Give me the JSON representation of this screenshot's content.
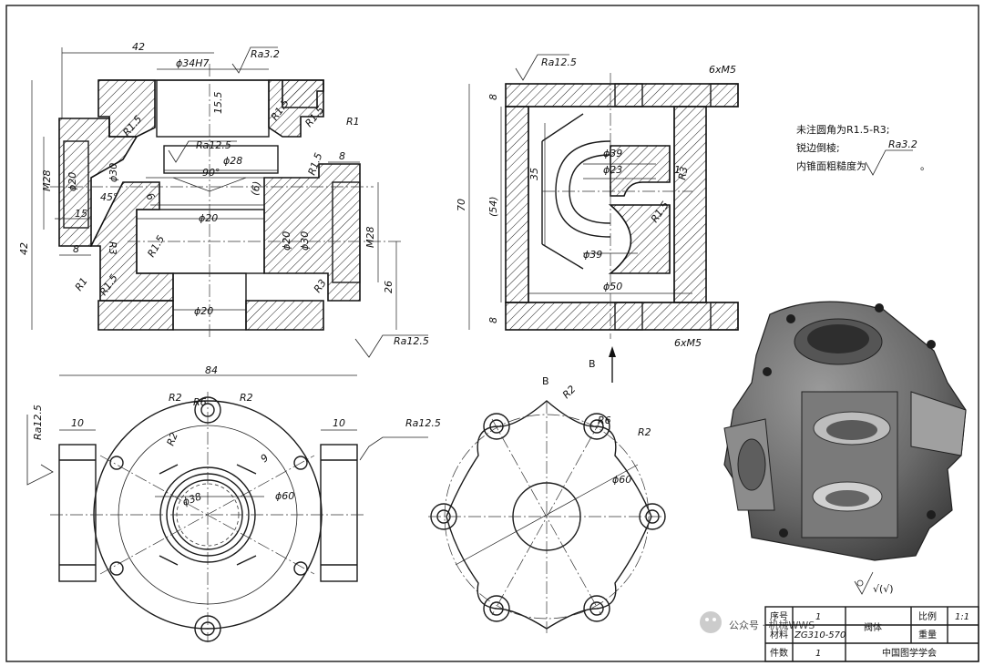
{
  "roughness": {
    "top_left": "Ra3.2",
    "inner": "Ra12.5",
    "top_mid": "Ra12.5",
    "bottom_left_view": "Ra12.5",
    "left_side": "Ra12.5",
    "right_side": "Ra12.5"
  },
  "front_view_dims": {
    "d42": "42",
    "d34h7": "ϕ34H7",
    "d15_5": "15.5",
    "r15a": "R1.5",
    "r15b": "R1.5",
    "r1": "R1",
    "r15c": "R1.5",
    "r15d": "R1.5",
    "d28": "ϕ28",
    "a90": "90°",
    "d8": "8",
    "m28_left": "M28",
    "d20_left": "ϕ20",
    "d30_left": "ϕ30",
    "a45": "45°",
    "d15": "15",
    "d6": "6",
    "d6b": "(6)",
    "d20_mid": "ϕ20",
    "d20_r": "ϕ20",
    "d30_r": "ϕ30",
    "m28_right": "M28",
    "r3a": "R3",
    "d8b": "8",
    "r15e": "R1.5",
    "h42": "42",
    "r1b": "R1",
    "r15f": "R1.5",
    "r3b": "R3",
    "d26": "26",
    "d20_bot": "ϕ20"
  },
  "side_view_dims": {
    "d8a": "8",
    "d8b": "8",
    "m5_top": "6xM5",
    "m5_bot": "6xM5",
    "d70": "70",
    "d54": "(54)",
    "d35": "35",
    "d39a": "ϕ39",
    "d23": "ϕ23",
    "d1": "1",
    "r3": "R3",
    "r15": "R1.5",
    "d39b": "ϕ39",
    "d50": "ϕ50",
    "view_arrow": "B"
  },
  "notes": {
    "line1": "未注圆角为R1.5-R3;",
    "line2": "锐边倒棱;",
    "line3": "内锥面粗糙度为",
    "line3_ra": "Ra3.2",
    "line3_end": "。"
  },
  "top_view_dims": {
    "d84": "84",
    "r2a": "R2",
    "r6": "R6",
    "r2b": "R2",
    "r2c": "R2",
    "d10a": "10",
    "d10b": "10",
    "d9": "9",
    "d38": "ϕ38",
    "d60": "ϕ60"
  },
  "view_b": {
    "label": "B",
    "r2a": "R2",
    "r6": "R6",
    "r2b": "R2",
    "d60": "ϕ60"
  },
  "general_roughness": "√(√)",
  "title_block": {
    "row1_a": "序号",
    "row1_b": "1",
    "row2_a": "材料",
    "row2_b": "ZG310-570",
    "row3_a": "件数",
    "row3_b": "1",
    "name": "阀体",
    "scale_label": "比例",
    "scale": "1:1",
    "weight_label": "重量",
    "org": "中国图学学会"
  },
  "watermark": "公众号 · 机械WWS"
}
